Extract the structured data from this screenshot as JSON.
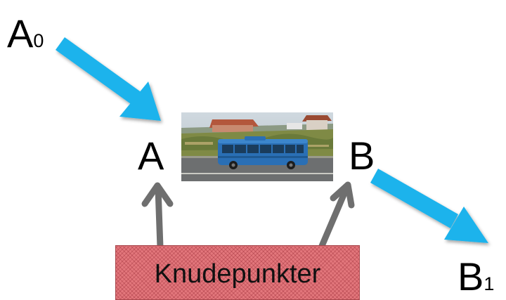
{
  "labels": {
    "a0_main": "A",
    "a0_sub": "0",
    "a": "A",
    "b": "B",
    "b1_main": "B",
    "b1_sub": "1"
  },
  "box": {
    "text": "Knudepunkter"
  },
  "image": {
    "description": "bus-photo"
  },
  "colors": {
    "arrow_blue": "#1fb3ec",
    "arrow_gray": "#6f6f6f",
    "box_fill": "#e3777c",
    "box_border": "#a8464b"
  }
}
